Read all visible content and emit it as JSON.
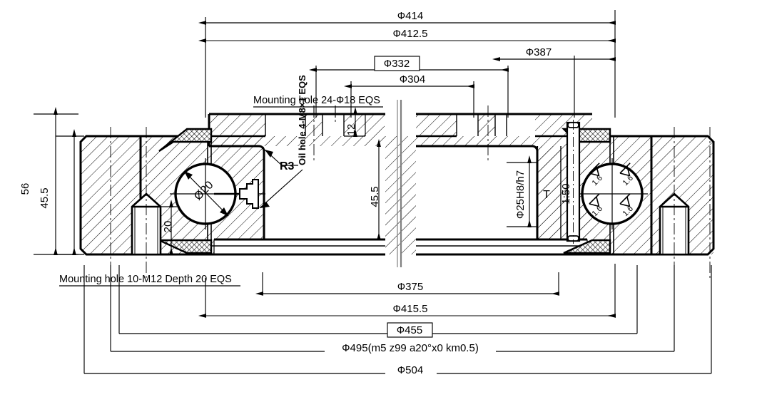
{
  "drawing": {
    "title": "Slewing Ring Bearing Cross-Section",
    "type": "engineering-cross-section",
    "colors": {
      "line": "#000000",
      "thin_line": "#1a1a1a",
      "gray_line": "#808080",
      "background": "#ffffff"
    }
  },
  "dimensions": {
    "top": [
      {
        "id": "d414",
        "label": "Ф414",
        "boxed": false,
        "gray": false
      },
      {
        "id": "d412_5",
        "label": "Ф412.5",
        "boxed": false,
        "gray": true
      },
      {
        "id": "d332",
        "label": "Ф332",
        "boxed": true,
        "gray": false
      },
      {
        "id": "d387",
        "label": "Ф387",
        "boxed": false,
        "gray": false
      },
      {
        "id": "d304",
        "label": "Ф304",
        "boxed": false,
        "gray": false
      }
    ],
    "bottom": [
      {
        "id": "d375",
        "label": "Ф375",
        "boxed": false,
        "gray": false
      },
      {
        "id": "d415_5",
        "label": "Ф415.5",
        "boxed": false,
        "gray": true
      },
      {
        "id": "d455",
        "label": "Ф455",
        "boxed": true,
        "gray": false
      },
      {
        "id": "d495",
        "label": "Ф495(m5 z99 a20°x0 km0.5)",
        "boxed": false,
        "gray": false
      },
      {
        "id": "d504",
        "label": "Ф504",
        "boxed": false,
        "gray": false
      }
    ],
    "left_vertical": [
      {
        "id": "v56",
        "label": "56"
      },
      {
        "id": "v45_5",
        "label": "45.5"
      }
    ],
    "inner_vertical": [
      {
        "id": "v20_depth",
        "label": "20"
      },
      {
        "id": "v12",
        "label": "12"
      },
      {
        "id": "v45_5_mid",
        "label": "45.5"
      }
    ]
  },
  "annotations": {
    "mounting_hole_top": "Mounting  hole  24-Ф18  EQS",
    "mounting_hole_bottom": "Mounting  hole  10-M12  Depth  20  EQS",
    "oil_hole": "Oil  hole  4-M8×1  EQS",
    "fillet": "R3",
    "ball_diameter": "Ø20",
    "bore_fit": "Ф25H8/h7",
    "plug_taper": "1:50",
    "thickness_symbol": "T",
    "roughness": [
      "1.6",
      "1.6",
      "1.6",
      "1.6"
    ]
  }
}
